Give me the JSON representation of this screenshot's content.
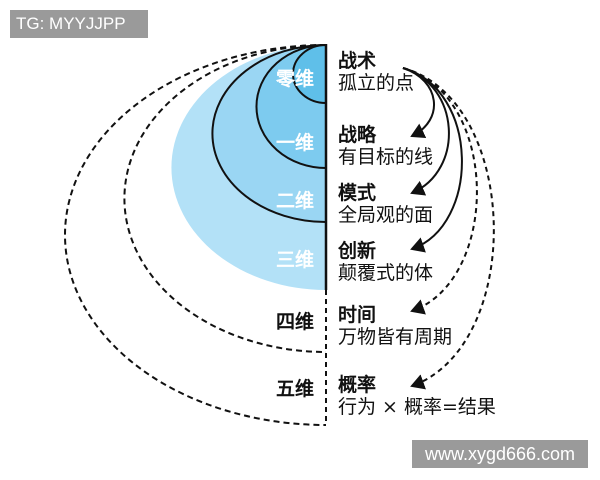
{
  "watermarks": {
    "top_left": "TG: MYYJJPP",
    "bottom_right": "www.xygd666.com"
  },
  "colors": {
    "outer_fill": "#b3e1f7",
    "inner_fill": "#5fbfe9",
    "line": "#111111"
  },
  "levels": [
    {
      "dimension": "零维",
      "title": "战术",
      "desc": "孤立的点"
    },
    {
      "dimension": "一维",
      "title": "战略",
      "desc": "有目标的线"
    },
    {
      "dimension": "二维",
      "title": "模式",
      "desc": "全局观的面"
    },
    {
      "dimension": "三维",
      "title": "创新",
      "desc": "颠覆式的体"
    },
    {
      "dimension": "四维",
      "title": "时间",
      "desc": "万物皆有周期"
    },
    {
      "dimension": "五维",
      "title": "概率",
      "desc": "行为 × 概率=结果"
    }
  ]
}
